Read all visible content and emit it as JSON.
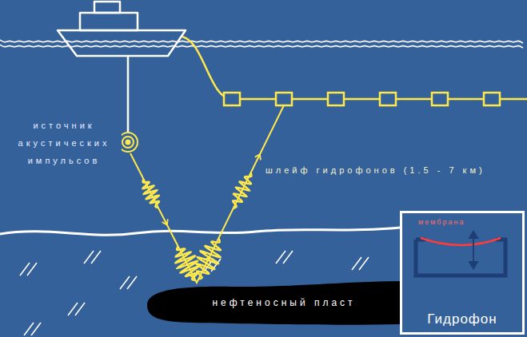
{
  "diagram": {
    "nodes": [
      {
        "text": [
          "нефтеносный пласт"
        ]
      },
      {
        "text": [
          "мембрана",
          "Гидрофон"
        ]
      }
    ],
    "labels": [
      "источник акустических импульсов",
      "шлейф гидрофонов (1.5 - 7 км)"
    ]
  }
}
